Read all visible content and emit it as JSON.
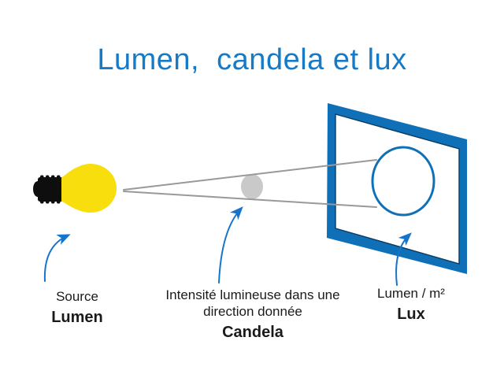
{
  "title": {
    "text": "Lumen,  candela et lux"
  },
  "diagram": {
    "source": {
      "caption": "Source",
      "unit": "Lumen"
    },
    "intensity": {
      "caption_line1": "Intensité lumineuse dans une",
      "caption_line2": "direction donnée",
      "unit": "Candela"
    },
    "illuminance": {
      "caption": "Lumen / m²",
      "unit": "Lux"
    }
  },
  "icons": {
    "bulb": "light-bulb-icon",
    "cone": "light-cone-lines",
    "cross_section": "candela-cross-section-icon",
    "screen": "screen-frame-icon",
    "spot": "light-spot-circle-icon",
    "pointer": "curved-arrow-icon"
  },
  "colors": {
    "title-blue": "#177AC6",
    "frame-blue": "#0F70B8",
    "frame-dark": "#0A3A5E",
    "arrow-blue": "#1575CD",
    "bulb-yellow": "#F8DE0D",
    "bulb-base": "#0E0E0E",
    "cone-gray": "#999999",
    "section-gray": "#C9C9C9",
    "text-black": "#1A1A1A",
    "background": "#FFFFFF"
  }
}
